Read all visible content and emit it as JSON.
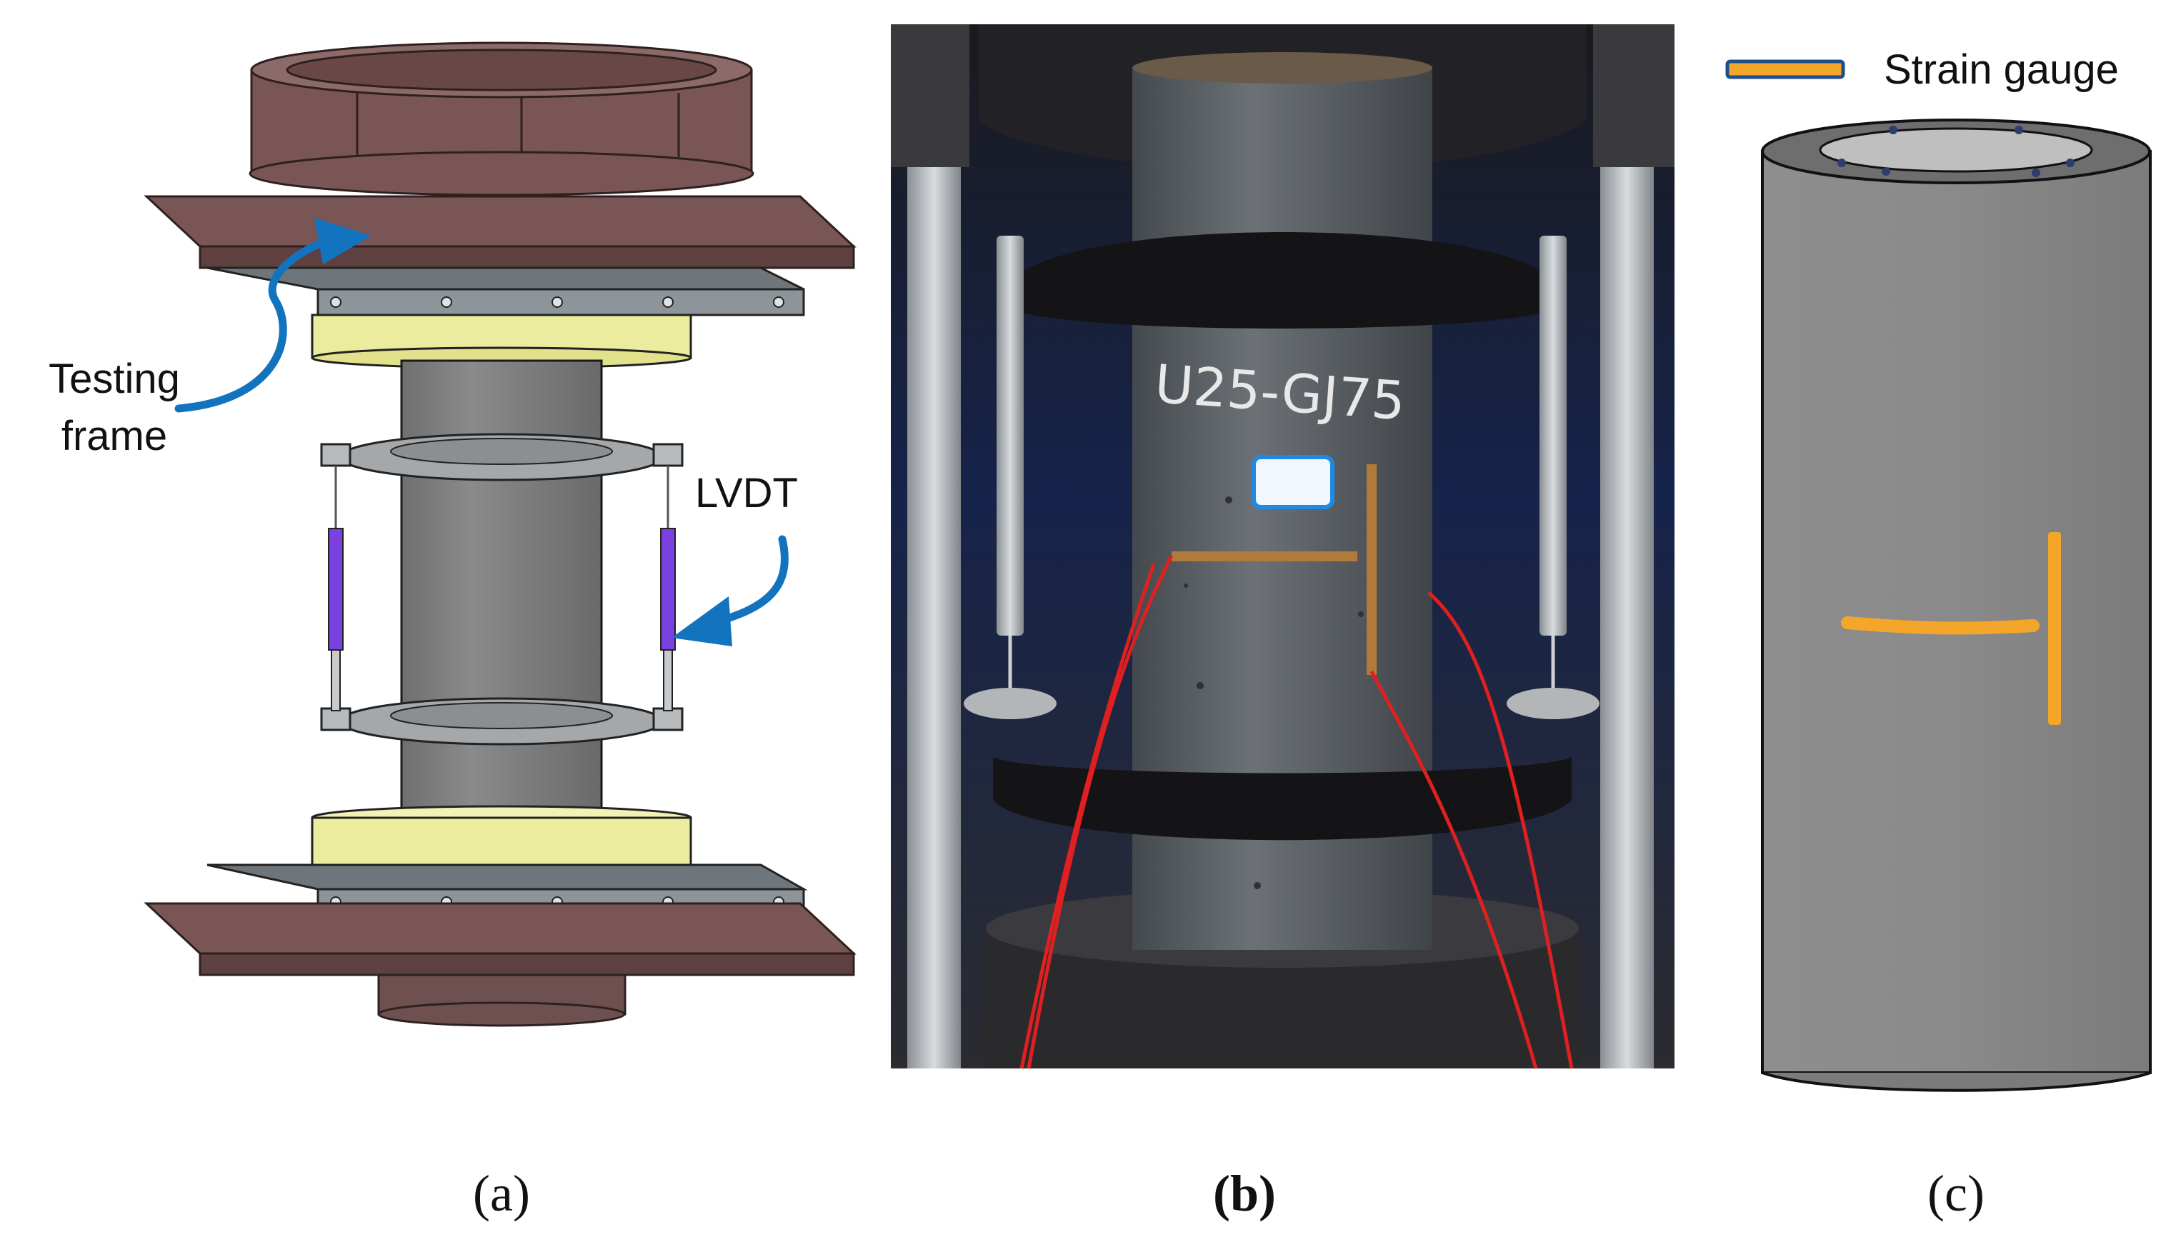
{
  "panel_a": {
    "label_testing_frame_line1": "Testing",
    "label_testing_frame_line2": "frame",
    "label_lvdt": "LVDT",
    "caption": "(a)"
  },
  "panel_b": {
    "specimen_marking": "U25-GJ75",
    "caption": "(b)"
  },
  "panel_c": {
    "legend_label": "Strain gauge",
    "caption": "(c)"
  },
  "colors": {
    "frame_plate": "#7a5555",
    "steel_plate": "#8d959b",
    "spacer_yellow": "#ecec9e",
    "specimen_gray": "#7d7d7d",
    "ring_gray": "#a4a8ab",
    "lvdt_purple": "#7a40e0",
    "arrow_blue": "#1273bf",
    "gauge_orange": "#f3a62a",
    "gauge_outline_blue": "#1f4e8c"
  }
}
